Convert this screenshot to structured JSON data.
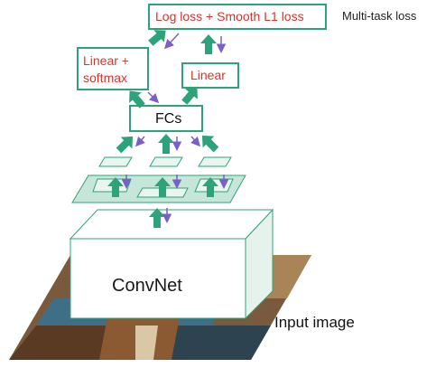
{
  "labels": {
    "multi_task_loss": "Multi-task loss",
    "loss_box": "Log loss + Smooth L1 loss",
    "linear_softmax_line1": "Linear +",
    "linear_softmax_line2": "softmax",
    "linear": "Linear",
    "fcs": "FCs",
    "convnet": "ConvNet",
    "input_image": "Input image"
  },
  "colors": {
    "box_border": "#2ea37a",
    "box_text": "#d8342c",
    "forward_arrow": "#2ea37a",
    "backward_arrow": "#7b5fc9",
    "roi_plane": "#c5e6d8",
    "convnet_side": "#e6f2ec"
  },
  "icons": {
    "forward": "thick-green-up-arrow",
    "backward": "thin-purple-down-arrow"
  }
}
